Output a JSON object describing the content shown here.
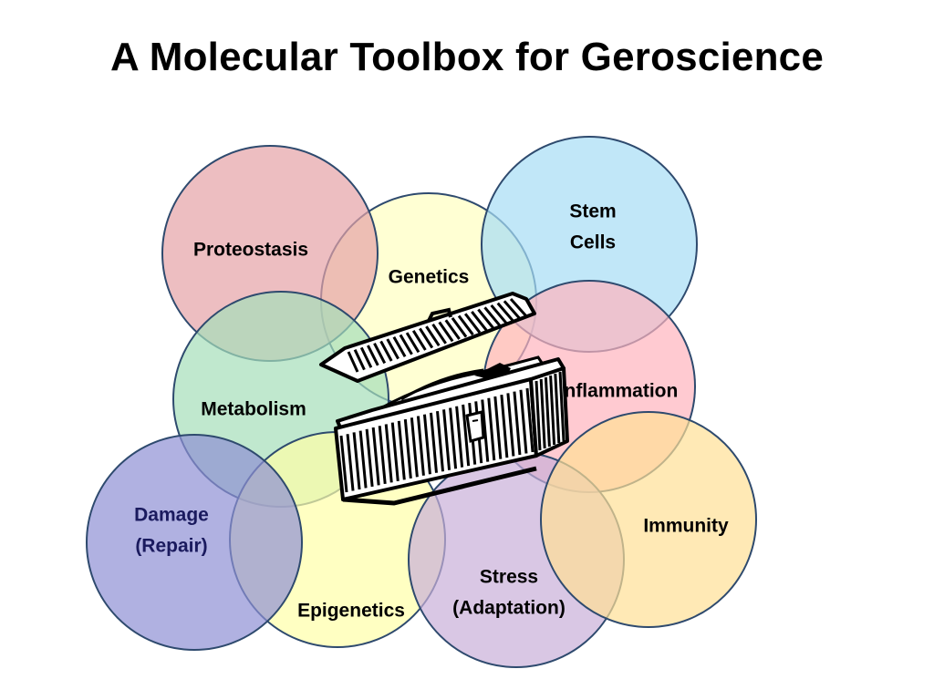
{
  "title": "A Molecular Toolbox for Geroscience",
  "circles": [
    {
      "id": "genetics",
      "lines": [
        "Genetics"
      ],
      "fill": "#ffffc0",
      "text_color": "#000000"
    },
    {
      "id": "proteostasis",
      "lines": [
        "Proteostasis"
      ],
      "fill": "#e6a3a6",
      "text_color": "#000000"
    },
    {
      "id": "stem-cells",
      "lines": [
        "Stem",
        "Cells"
      ],
      "fill": "#a7ddf5",
      "text_color": "#000000"
    },
    {
      "id": "inflammation",
      "lines": [
        "Inflammation"
      ],
      "fill": "#ffb3bd",
      "text_color": "#000000"
    },
    {
      "id": "metabolism",
      "lines": [
        "Metabolism"
      ],
      "fill": "#a5deb9",
      "text_color": "#000000"
    },
    {
      "id": "epigenetics",
      "lines": [
        "Epigenetics"
      ],
      "fill": "#ffffa8",
      "text_color": "#000000"
    },
    {
      "id": "damage-repair",
      "lines": [
        "Damage",
        "(Repair)"
      ],
      "fill": "#8f90d4",
      "text_color": "#1a1a5e"
    },
    {
      "id": "stress-adaptation",
      "lines": [
        "Stress",
        "(Adaptation)"
      ],
      "fill": "#c9afd9",
      "text_color": "#000000"
    },
    {
      "id": "immunity",
      "lines": [
        "Immunity"
      ],
      "fill": "#ffdf96",
      "text_color": "#000000"
    }
  ],
  "colors": {
    "circle_stroke": "#2e4a6e",
    "toolbox_stroke": "#000000",
    "toolbox_fill": "#ffffff"
  },
  "icons": {
    "center": "toolbox-icon"
  }
}
